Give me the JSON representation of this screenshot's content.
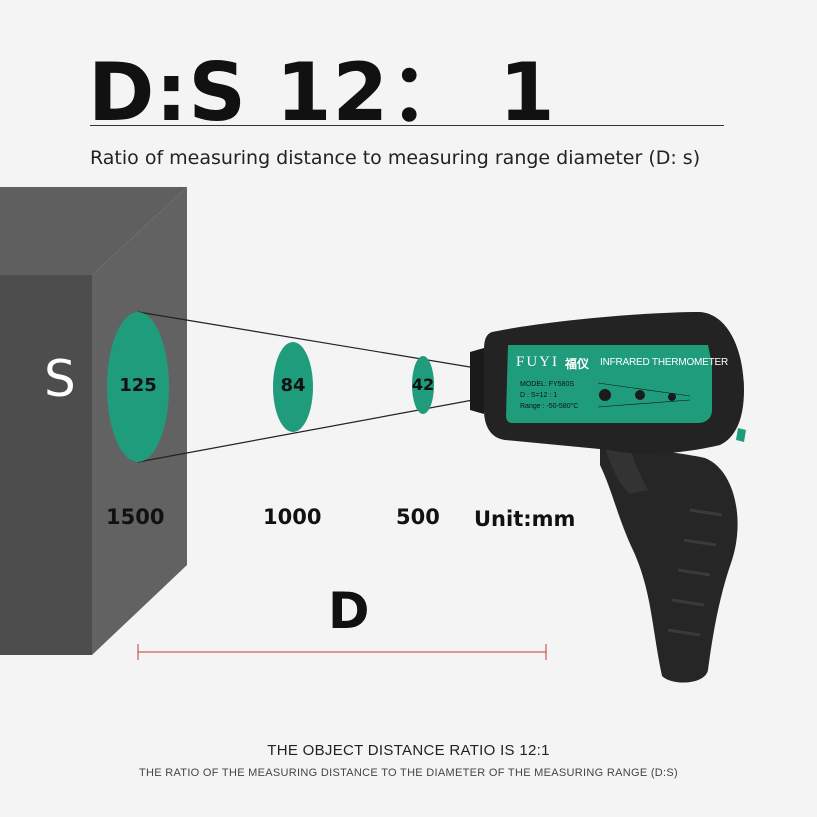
{
  "headline": "D:S 12： 1",
  "subtitle": "Ratio of measuring distance to measuring range diameter (D: s)",
  "s_label": "S",
  "d_label": "D",
  "spots": [
    {
      "diameter": "125",
      "distance": "1500"
    },
    {
      "diameter": "84",
      "distance": "1000"
    },
    {
      "diameter": "42",
      "distance": "500"
    }
  ],
  "unit": "Unit:mm",
  "device": {
    "brand": "FUYI",
    "brand_cn": "福仪",
    "product": "INFRARED THERMOMETER",
    "model": "MODEL: FY580S",
    "ds": "D : S=12 : 1",
    "range": "Range : -50-580°C"
  },
  "footer": {
    "line1": "THE OBJECT DISTANCE RATIO IS 12:1",
    "line2": "THE RATIO OF THE MEASURING DISTANCE TO THE DIAMETER OF THE MEASURING RANGE (D:S)"
  },
  "colors": {
    "spot": "#1f9c7c",
    "box_front": "#4e4e4e",
    "box_side": "#656565",
    "box_top": "#5a5a5a",
    "gun": "#252525",
    "label_panel": "#1f9c7c",
    "measure_line": "#c0392b"
  }
}
